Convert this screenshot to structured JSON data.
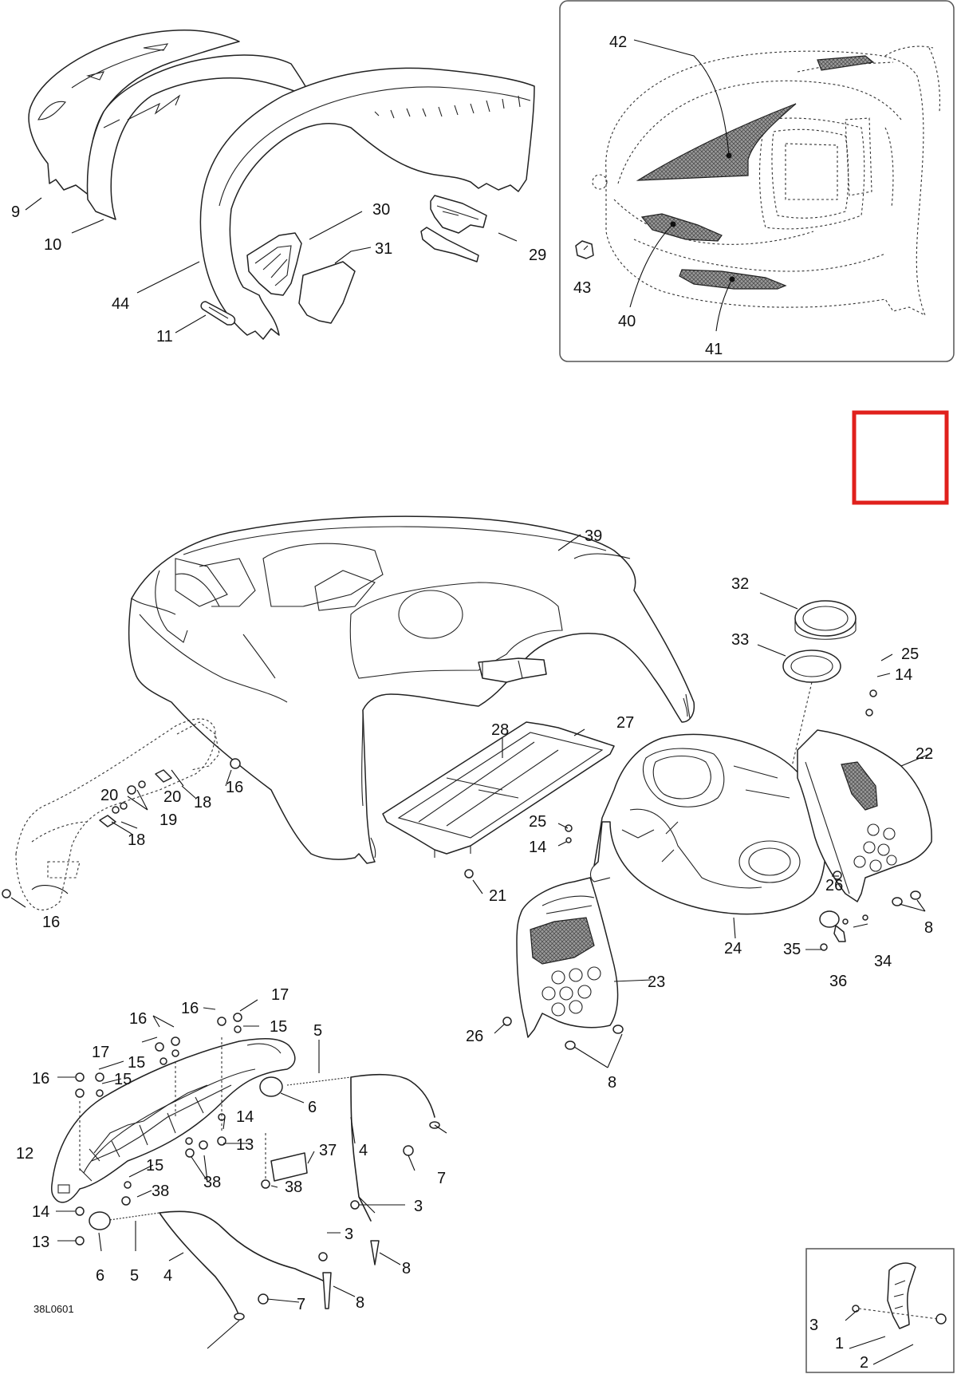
{
  "drawing_code": "38L0601",
  "colors": {
    "highlight_box": "#e0201c",
    "line": "#222222",
    "inset_border": "#555555"
  },
  "callouts": {
    "c1": "1",
    "c2": "2",
    "c3": "3",
    "c4": "4",
    "c5": "5",
    "c6": "6",
    "c7": "7",
    "c8": "8",
    "c9": "9",
    "c10": "10",
    "c11": "11",
    "c12": "12",
    "c13": "13",
    "c14": "14",
    "c15": "15",
    "c16": "16",
    "c17": "17",
    "c18": "18",
    "c19": "19",
    "c20": "20",
    "c21": "21",
    "c22": "22",
    "c23": "23",
    "c24": "24",
    "c25": "25",
    "c26": "26",
    "c27": "27",
    "c28": "28",
    "c29": "29",
    "c30": "30",
    "c31": "31",
    "c32": "32",
    "c33": "33",
    "c34": "34",
    "c35": "35",
    "c36": "36",
    "c37": "37",
    "c38": "38",
    "c39": "39",
    "c40": "40",
    "c41": "41",
    "c42": "42",
    "c43": "43",
    "c44": "44"
  }
}
